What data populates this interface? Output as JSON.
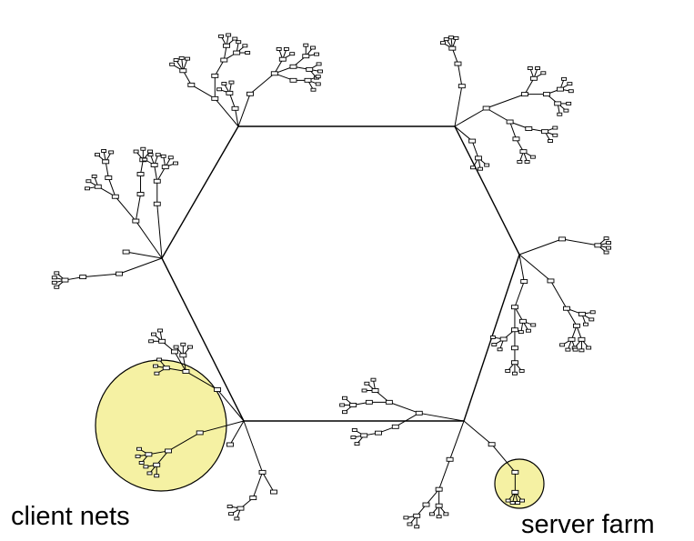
{
  "colors": {
    "line": "#000000",
    "node_fill": "#ffffff",
    "highlight_fill": "#f5f1a3",
    "highlight_stroke": "#000000"
  },
  "labels": {
    "client": "client nets",
    "server": "server farm"
  },
  "diagram": {
    "type": "network-topology",
    "backbone_nodes": 6,
    "backbone_shape": "hexagon",
    "highlighted_regions": [
      "client nets",
      "server farm"
    ]
  }
}
